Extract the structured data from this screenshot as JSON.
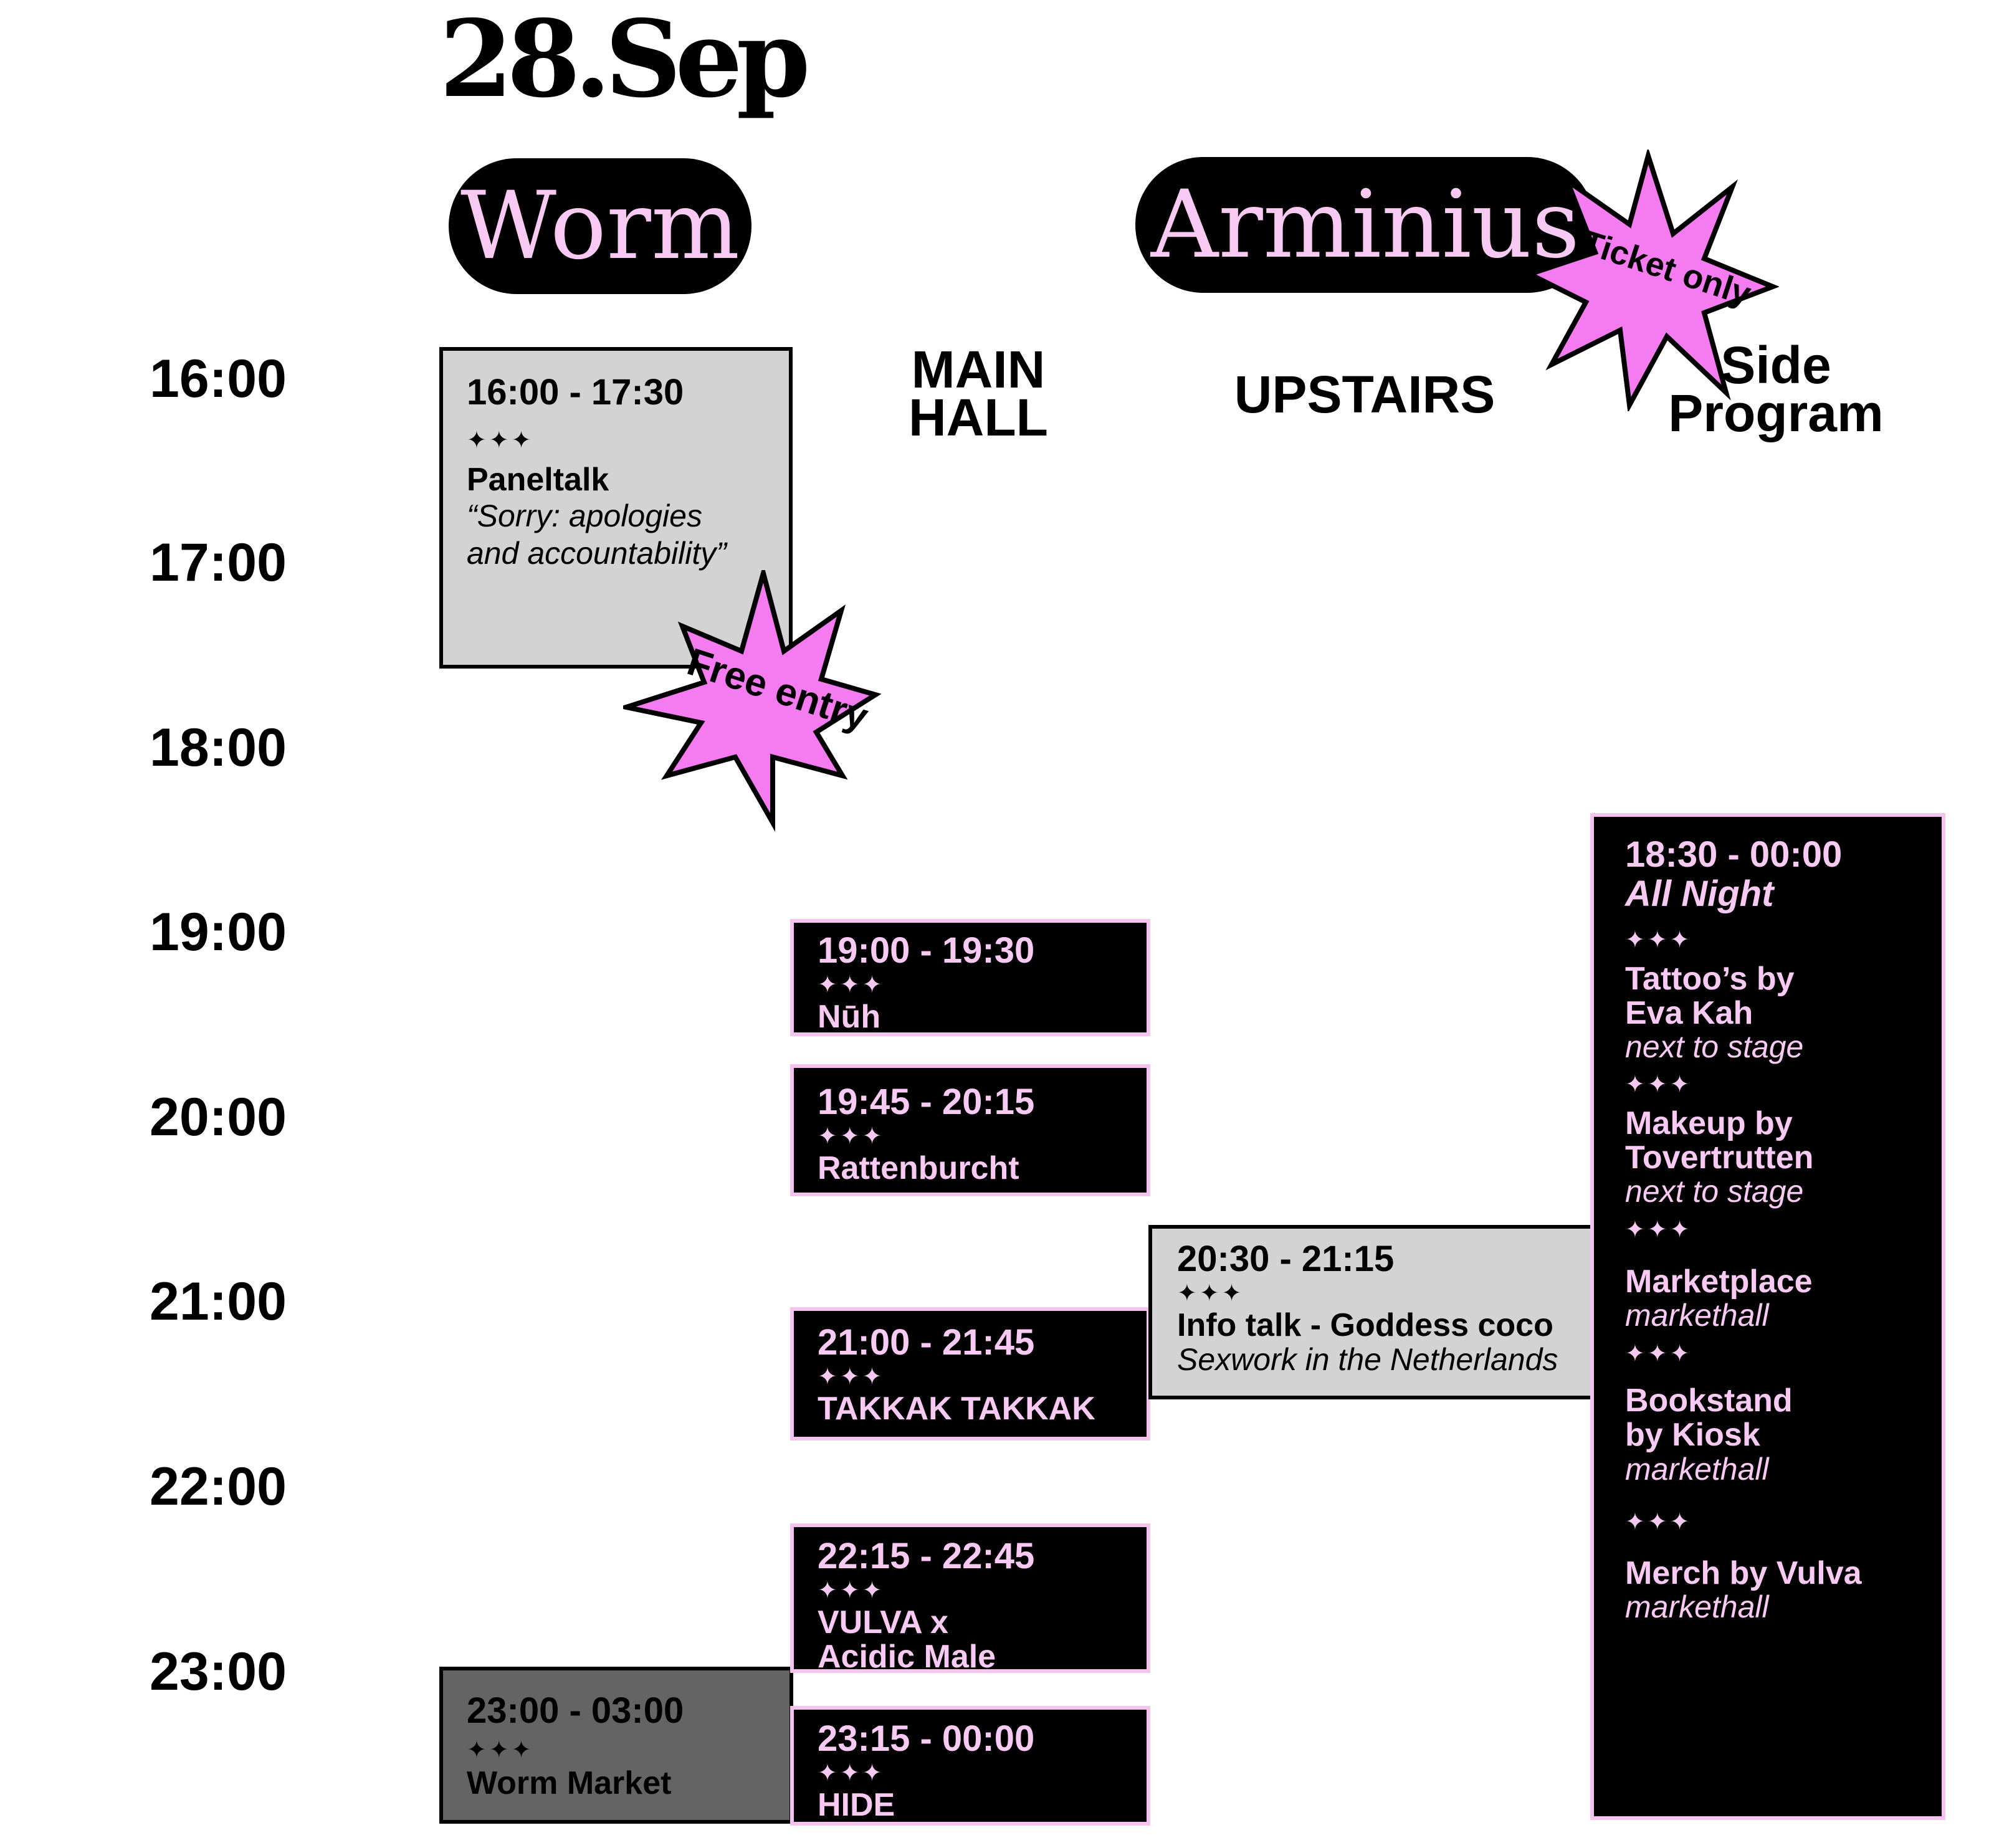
{
  "date_title": "28.Sep",
  "venues": {
    "worm": "Worm",
    "arminius": "Arminius"
  },
  "badges": {
    "ticket_only": "Ticket only",
    "free_entry": "Free entry"
  },
  "stages": {
    "main_hall": "MAIN HALL",
    "upstairs": "UPSTAIRS",
    "side_program": "Side Program"
  },
  "time_labels": [
    "16:00",
    "17:00",
    "18:00",
    "19:00",
    "20:00",
    "21:00",
    "22:00",
    "23:00"
  ],
  "colors": {
    "pink_text": "#f8c9f2",
    "badge_pink": "#f57bf0",
    "light_box": "#d3d3d3",
    "grey_box": "#646464"
  },
  "stars": "✦✦✦",
  "events": {
    "paneltalk": {
      "time": "16:00 - 17:30",
      "title": "Paneltalk",
      "subtitle_line1": "“Sorry: apologies",
      "subtitle_line2": "and accountability”"
    },
    "worm_market": {
      "time": "23:00 - 03:00",
      "title": "Worm Market"
    },
    "nuh": {
      "time": "19:00 - 19:30",
      "title": "Nūh"
    },
    "rattenburcht": {
      "time": "19:45 - 20:15",
      "title": "Rattenburcht"
    },
    "takkak": {
      "time": "21:00 - 21:45",
      "title": "TAKKAK TAKKAK"
    },
    "vulva": {
      "time": "22:15 - 22:45",
      "title_line1": "VULVA x",
      "title_line2": "Acidic Male"
    },
    "hide": {
      "time": "23:15 - 00:00",
      "title": "HIDE"
    },
    "info_talk": {
      "time": "20:30 - 21:15",
      "title": "Info talk - Goddess coco",
      "subtitle": "Sexwork in the Netherlands"
    },
    "side": {
      "time": "18:30 - 00:00",
      "subtitle": "All Night",
      "items": [
        {
          "line1": "Tattoo’s by",
          "line2": "Eva Kah",
          "location": "next to stage"
        },
        {
          "line1": "Makeup by",
          "line2": "Tovertrutten",
          "location": "next to stage"
        },
        {
          "line1": "Marketplace",
          "line2": "",
          "location": "markethall"
        },
        {
          "line1": "Bookstand",
          "line2": "by Kiosk",
          "location": "markethall"
        },
        {
          "line1": "Merch by Vulva",
          "line2": "",
          "location": "markethall"
        }
      ]
    }
  }
}
